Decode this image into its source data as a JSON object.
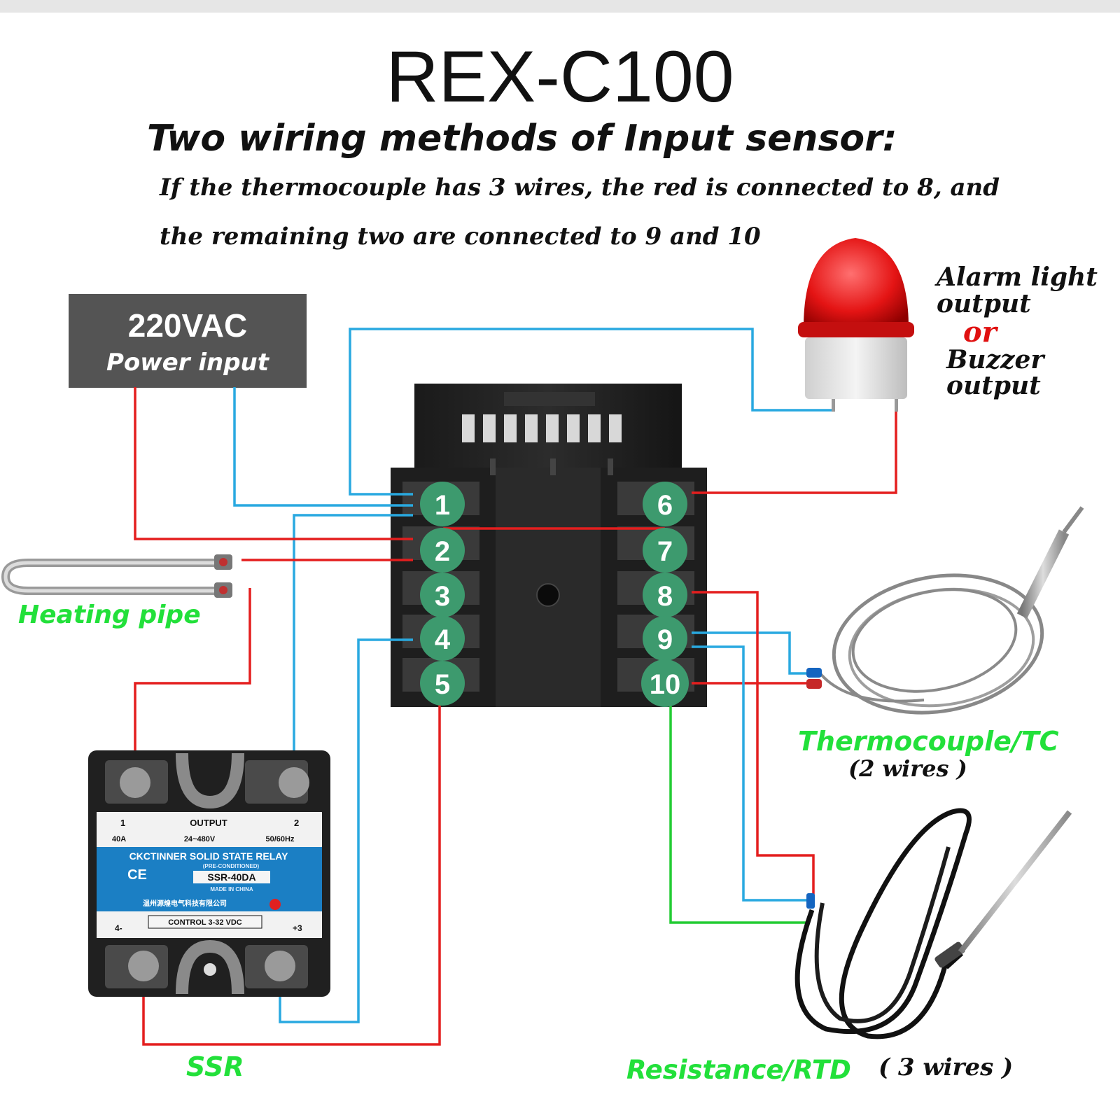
{
  "title": "REX-C100",
  "subtitle": "Two wiring methods of Input sensor:",
  "note_line1": "If the thermocouple has 3 wires, the red is connected to 8, and",
  "note_line2": "the remaining two are connected to 9 and 10",
  "power": {
    "voltage": "220VAC",
    "label": "Power input"
  },
  "alarm": {
    "line1": "Alarm light",
    "line2": "output",
    "or": "or",
    "line3": "Buzzer",
    "line4": "output"
  },
  "labels": {
    "heating_pipe": "Heating pipe",
    "thermocouple": "Thermocouple/TC",
    "thermocouple_wires": "(2 wires )",
    "ssr": "SSR",
    "rtd": "Resistance/RTD",
    "rtd_wires": "( 3 wires )"
  },
  "terminals_left": [
    "1",
    "2",
    "3",
    "4",
    "5"
  ],
  "terminals_right": [
    "6",
    "7",
    "8",
    "9",
    "10"
  ],
  "ssr": {
    "output": "OUTPUT",
    "rating_left": "40A",
    "rating_mid": "24~480V",
    "rating_right": "50/60Hz",
    "brand": "CKCTINNER SOLID STATE RELAY",
    "preconditioned": "(PRE-CONDITIONED)",
    "model": "SSR-40DA",
    "made_in": "MADE IN CHINA",
    "ce": "CE",
    "company": "温州源煌电气科技有限公司",
    "control": "CONTROL 3-32 VDC",
    "pin1": "1",
    "pin2": "2",
    "pin3": "+3",
    "pin4": "4-"
  },
  "colors": {
    "red_wire": "#e41e1e",
    "blue_wire": "#29a9e0",
    "green_wire": "#22cc33",
    "terminal": "#3d9a6e",
    "label_green": "#22e03a"
  }
}
